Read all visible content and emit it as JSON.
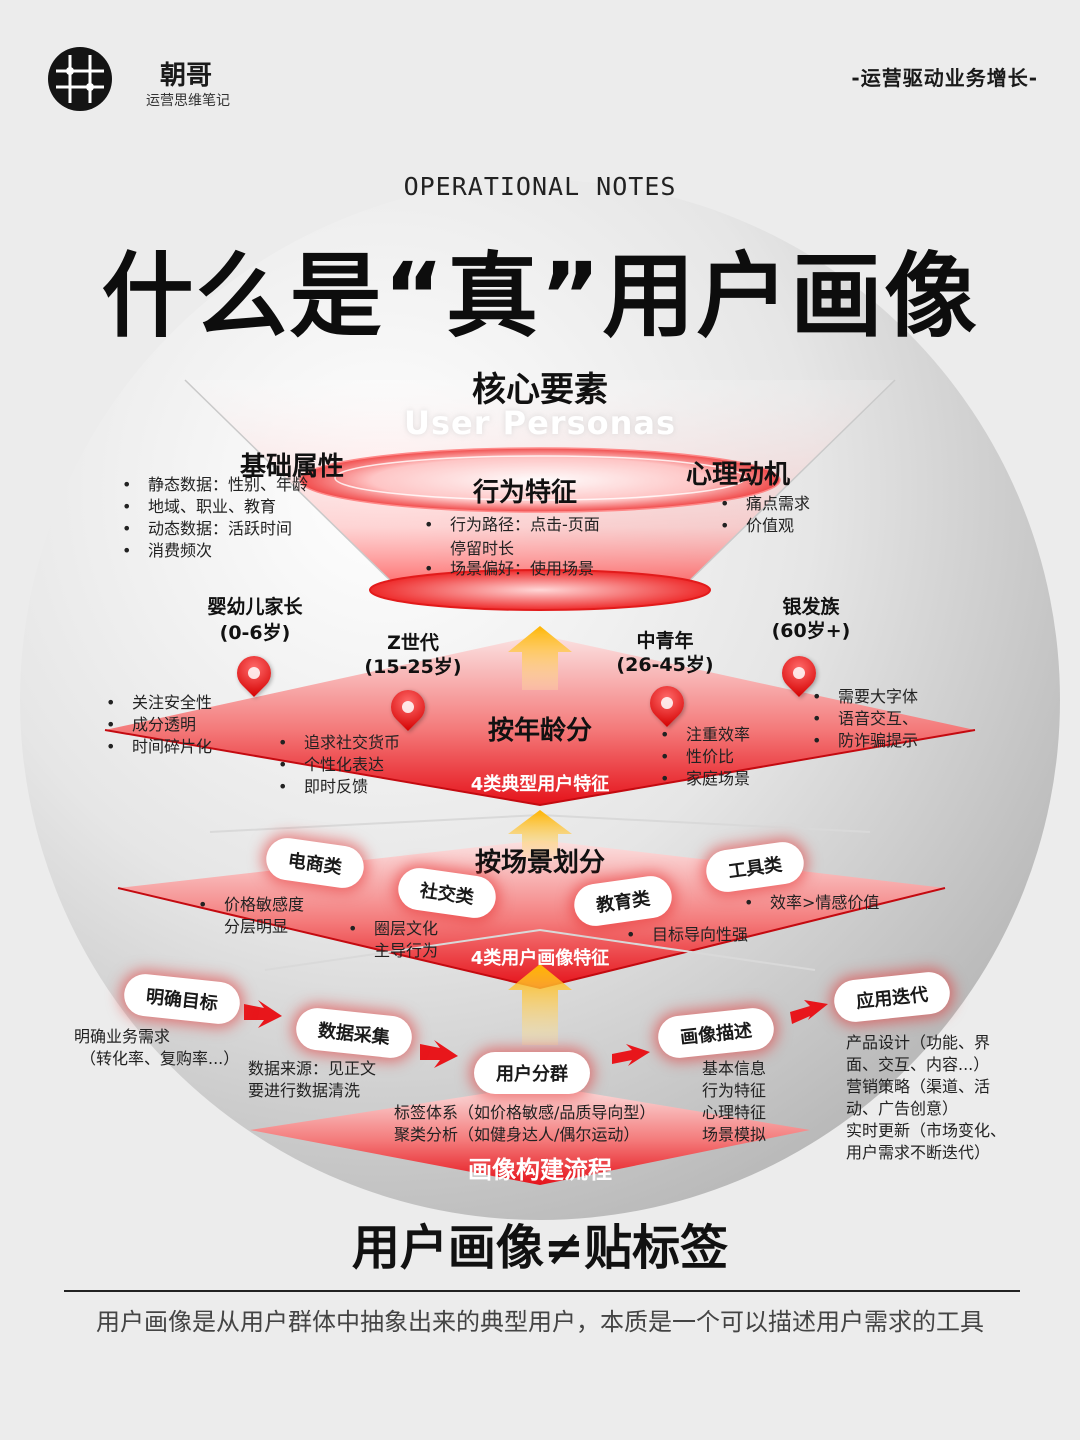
{
  "brand": {
    "name": "朝哥",
    "subtitle": "运营思维笔记"
  },
  "slogan": "-运营驱动业务增长-",
  "eng_title": "OPERATIONAL NOTES",
  "main_title": "什么是“真”用户画像",
  "core": {
    "title": "核心要素",
    "subtitle": "User Personas",
    "basic": {
      "title": "基础属性",
      "items": [
        "静态数据：性别、年龄",
        "地域、职业、教育",
        "动态数据：活跃时间",
        "消费频次"
      ]
    },
    "behavior": {
      "title": "行为特征",
      "items": [
        "行为路径：点击-页面",
        "停留时长",
        "场景偏好：使用场景"
      ]
    },
    "motive": {
      "title": "心理动机",
      "items": [
        "痛点需求",
        "价值观"
      ]
    }
  },
  "age": {
    "center_title": "按年龄分",
    "band_label": "4类典型用户特征",
    "groups": [
      {
        "name": "婴幼儿家长",
        "range": "(0-6岁)",
        "items": [
          "关注安全性",
          "成分透明",
          "时间碎片化"
        ]
      },
      {
        "name": "Z世代",
        "range": "(15-25岁)",
        "items": [
          "追求社交货币",
          "个性化表达",
          "即时反馈"
        ]
      },
      {
        "name": "中青年",
        "range": "(26-45岁)",
        "items": [
          "注重效率",
          "性价比",
          "家庭场景"
        ]
      },
      {
        "name": "银发族",
        "range": "(60岁+)",
        "items": [
          "需要大字体",
          "语音交互、",
          "防诈骗提示"
        ]
      }
    ]
  },
  "scene": {
    "center_title": "按场景划分",
    "band_label": "4类用户画像特征",
    "tags": [
      "电商类",
      "社交类",
      "教育类",
      "工具类"
    ],
    "ecommerce": {
      "items": [
        "价格敏感度"
      ],
      "extra": "分层明显"
    },
    "social": {
      "items": [
        "圈层文化"
      ],
      "extra": "主导行为"
    },
    "education": {
      "items": [
        "目标导向性强"
      ]
    },
    "tool": {
      "items": [
        "效率>情感价值"
      ]
    }
  },
  "process": {
    "band_label": "画像构建流程",
    "steps": [
      "明确目标",
      "数据采集",
      "用户分群",
      "画像描述",
      "应用迭代"
    ],
    "goal_desc": [
      "明确业务需求",
      "（转化率、复购率...）"
    ],
    "collect_desc": [
      "数据来源：见正文",
      "要进行数据清洗"
    ],
    "group_desc": [
      "标签体系（如价格敏感/品质导向型）",
      "聚类分析（如健身达人/偶尔运动）"
    ],
    "portrait_desc": [
      "基本信息",
      "行为特征",
      "心理特征",
      "场景模拟"
    ],
    "iterate_desc": [
      "产品设计（功能、界",
      "面、交互、内容...）",
      "营销策略（渠道、活",
      "动、广告创意）",
      "实时更新（市场变化、",
      "用户需求不断迭代）"
    ]
  },
  "conclusion": "用户画像≠贴标签",
  "footer": "用户画像是从用户群体中抽象出来的典型用户，本质是一个可以描述用户需求的工具",
  "colors": {
    "accent": "#e8161b",
    "dark": "#111111",
    "background": "#ececec"
  }
}
